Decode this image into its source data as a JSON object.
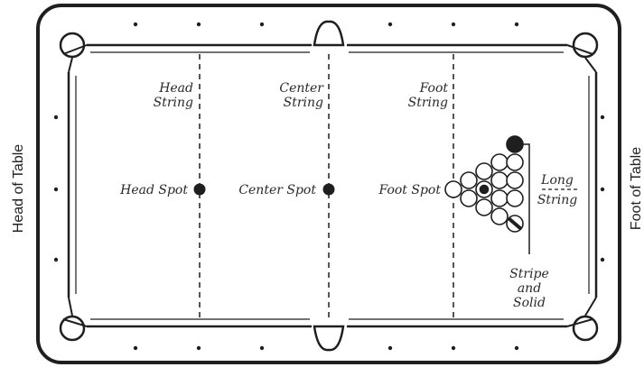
{
  "side_labels": {
    "left": "Head of Table",
    "right": "Foot of Table"
  },
  "strings": {
    "head": [
      "Head",
      "String"
    ],
    "center": [
      "Center",
      "String"
    ],
    "foot": [
      "Foot",
      "String"
    ],
    "long": [
      "Long",
      "String"
    ]
  },
  "spots": {
    "head": "Head Spot",
    "center": "Center Spot",
    "foot": "Foot Spot"
  },
  "rack_note": [
    "Stripe",
    "and",
    "Solid"
  ],
  "colors": {
    "ink": "#1f1f1f",
    "rail": "#2b2b2b",
    "background": "#ffffff"
  }
}
